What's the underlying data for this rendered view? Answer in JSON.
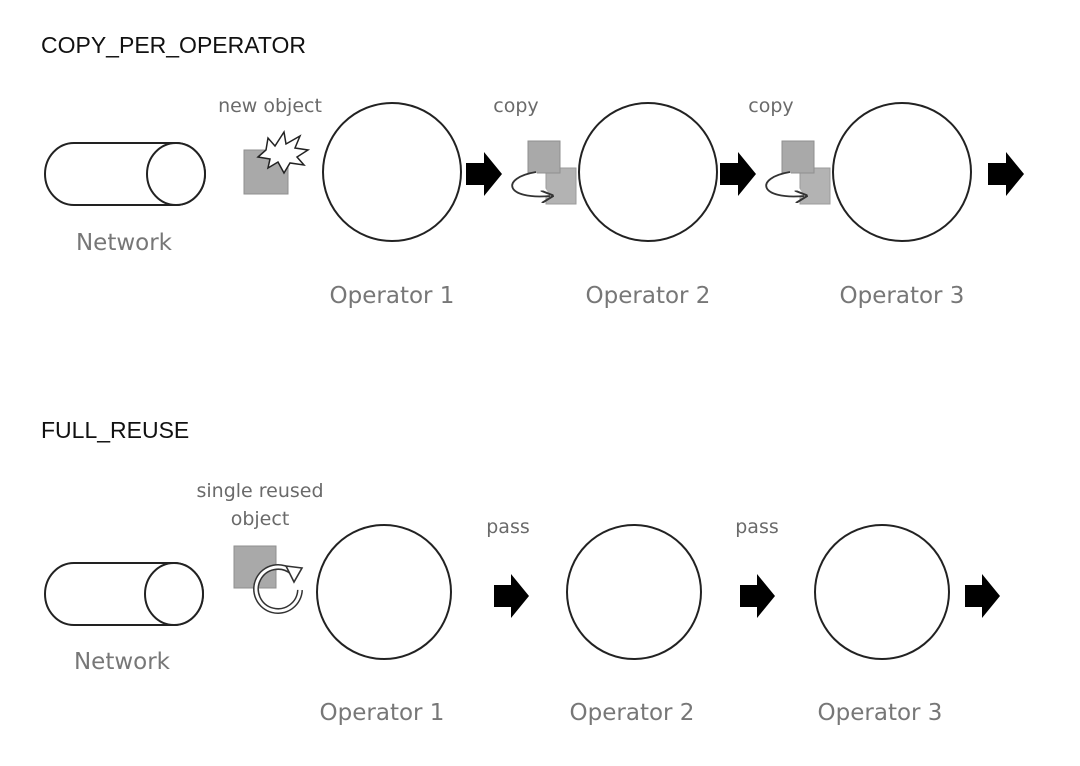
{
  "sections": [
    {
      "title": "COPY_PER_OPERATOR",
      "network_label": "Network",
      "object_label": "new object",
      "operators": [
        "Operator 1",
        "Operator 2",
        "Operator 3"
      ],
      "transition_labels": [
        "copy",
        "copy"
      ]
    },
    {
      "title": "FULL_REUSE",
      "network_label": "Network",
      "object_label_lines": [
        "single reused",
        "object"
      ],
      "operators": [
        "Operator 1",
        "Operator 2",
        "Operator 3"
      ],
      "transition_labels": [
        "pass",
        "pass"
      ]
    }
  ],
  "icons": {
    "arrow": "right-block-arrow-icon",
    "network": "cylinder-icon",
    "new_object": "starburst-icon",
    "copy": "curved-arrow-icon",
    "reuse": "circular-arrow-icon"
  },
  "colors": {
    "object": "#a9a9a9",
    "outline": "#222222",
    "arrow": "#000000"
  }
}
